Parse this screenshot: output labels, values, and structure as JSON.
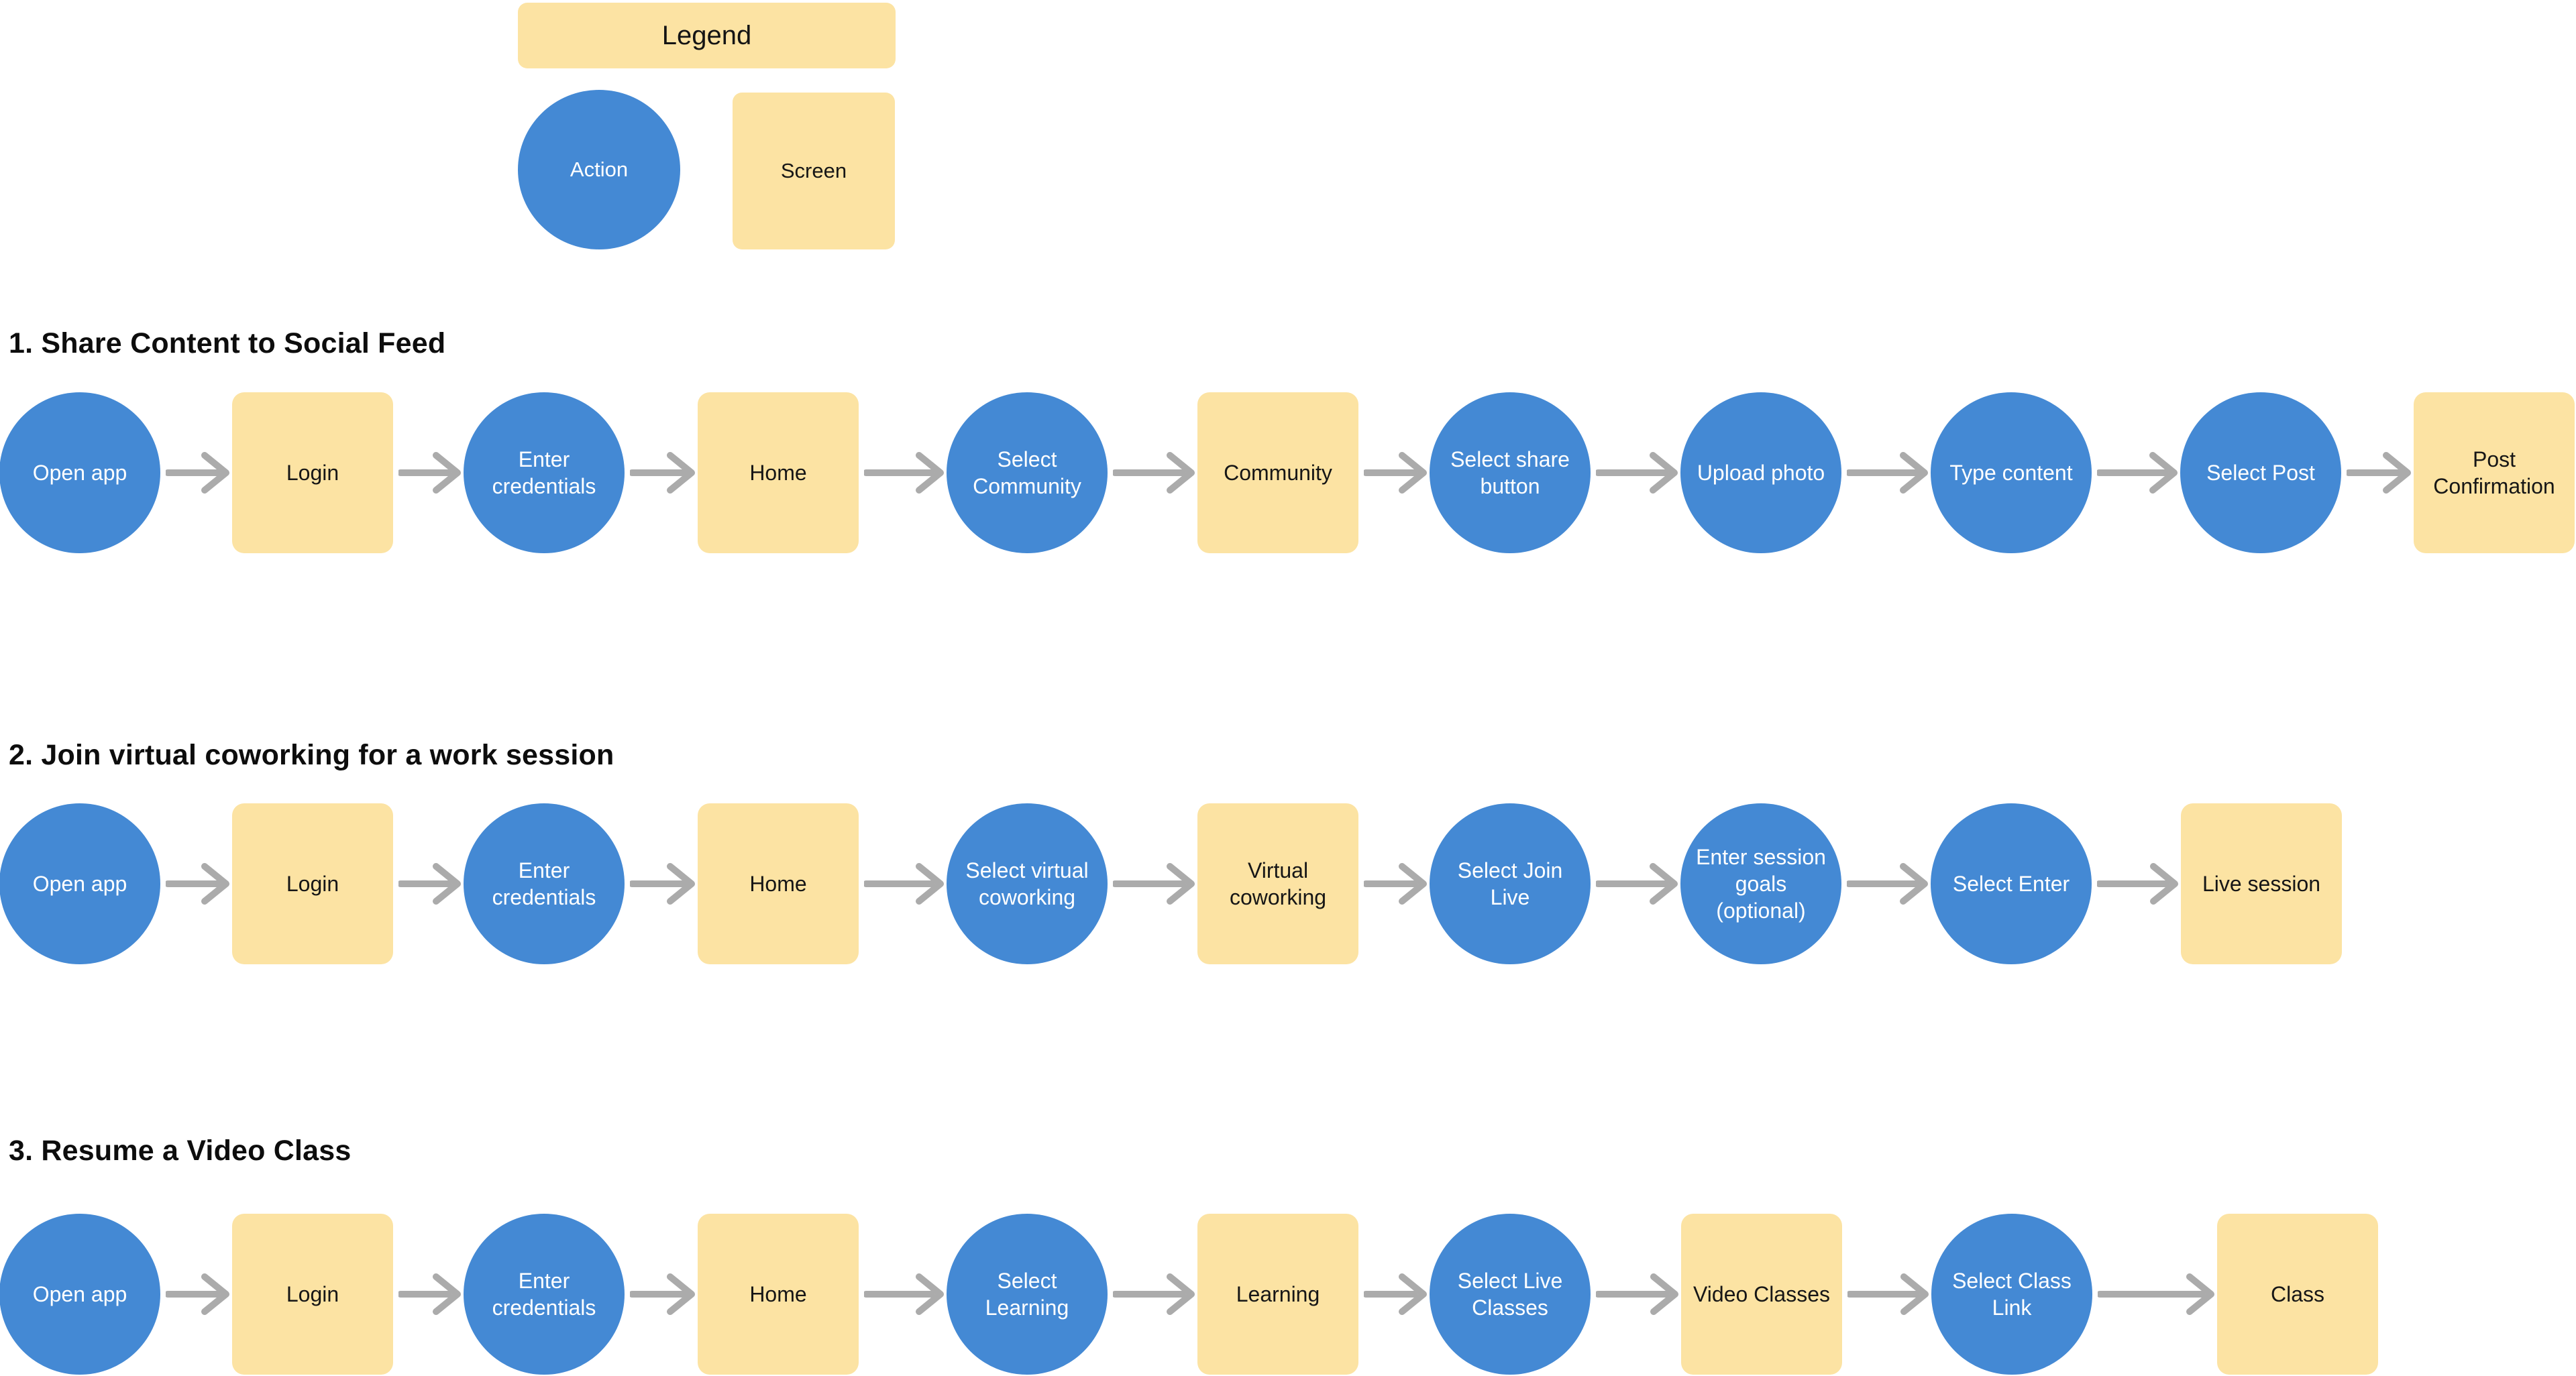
{
  "colors": {
    "action_fill": "#4489d4",
    "action_text": "#ffffff",
    "screen_fill": "#fce3a3",
    "screen_text": "#161616",
    "arrow": "#ababab",
    "title_text": "#0d0d0d",
    "background": "#ffffff"
  },
  "legend": {
    "title": "Legend",
    "action_label": "Action",
    "screen_label": "Screen"
  },
  "flows": [
    {
      "title": "1. Share Content to Social Feed",
      "nodes": [
        {
          "type": "action",
          "label": "Open app"
        },
        {
          "type": "screen",
          "label": "Login"
        },
        {
          "type": "action",
          "label": "Enter\ncredentials"
        },
        {
          "type": "screen",
          "label": "Home"
        },
        {
          "type": "action",
          "label": "Select\nCommunity"
        },
        {
          "type": "screen",
          "label": "Community"
        },
        {
          "type": "action",
          "label": "Select share\nbutton"
        },
        {
          "type": "action",
          "label": "Upload photo"
        },
        {
          "type": "action",
          "label": "Type content"
        },
        {
          "type": "action",
          "label": "Select Post"
        },
        {
          "type": "screen",
          "label": "Post\nConfirmation"
        }
      ]
    },
    {
      "title": "2. Join virtual coworking for a work session",
      "nodes": [
        {
          "type": "action",
          "label": "Open app"
        },
        {
          "type": "screen",
          "label": "Login"
        },
        {
          "type": "action",
          "label": "Enter\ncredentials"
        },
        {
          "type": "screen",
          "label": "Home"
        },
        {
          "type": "action",
          "label": "Select virtual\ncoworking"
        },
        {
          "type": "screen",
          "label": "Virtual\ncoworking"
        },
        {
          "type": "action",
          "label": "Select Join\nLive"
        },
        {
          "type": "action",
          "label": "Enter session\ngoals\n(optional)"
        },
        {
          "type": "action",
          "label": "Select Enter"
        },
        {
          "type": "screen",
          "label": "Live session"
        }
      ]
    },
    {
      "title": "3. Resume a Video Class",
      "nodes": [
        {
          "type": "action",
          "label": "Open app"
        },
        {
          "type": "screen",
          "label": "Login"
        },
        {
          "type": "action",
          "label": "Enter\ncredentials"
        },
        {
          "type": "screen",
          "label": "Home"
        },
        {
          "type": "action",
          "label": "Select\nLearning"
        },
        {
          "type": "screen",
          "label": "Learning"
        },
        {
          "type": "action",
          "label": "Select Live\nClasses"
        },
        {
          "type": "screen",
          "label": "Video Classes"
        },
        {
          "type": "action",
          "label": "Select Class\nLink"
        },
        {
          "type": "screen",
          "label": "Class"
        }
      ]
    }
  ]
}
